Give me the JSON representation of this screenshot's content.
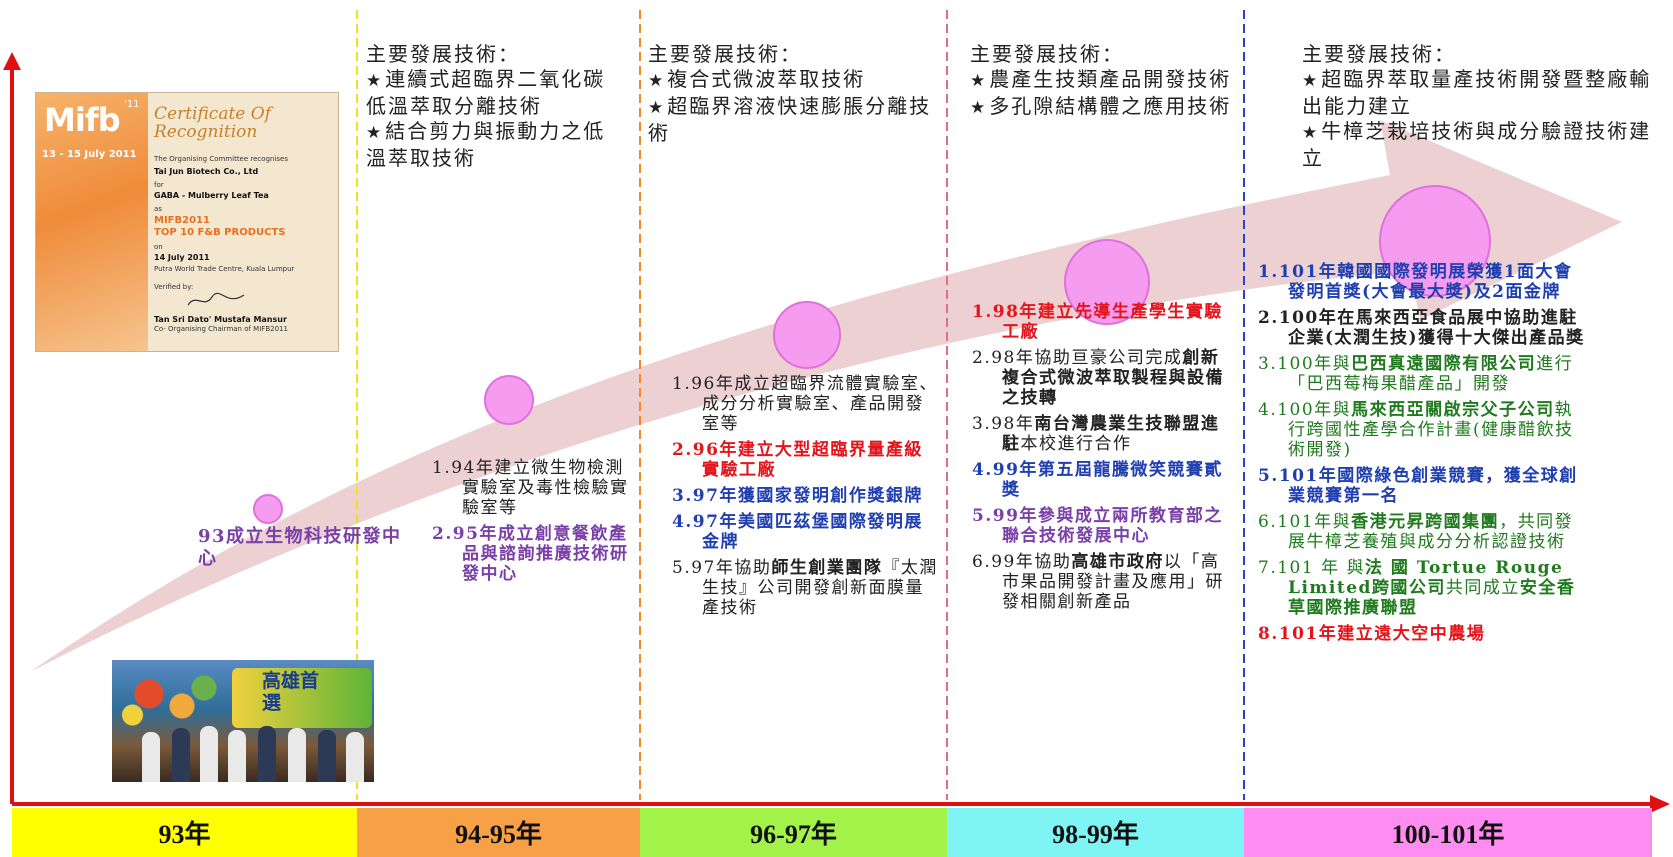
{
  "periods": [
    {
      "label": "93年",
      "color": "#ffff00",
      "divider": "#f5e020"
    },
    {
      "label": "94-95年",
      "color": "#f7a045",
      "divider": "#f08a2a"
    },
    {
      "label": "96-97年",
      "color": "#a3f24a",
      "divider": "#e26c8a"
    },
    {
      "label": "98-99年",
      "color": "#7ef4f4",
      "divider": "#2b3fd1"
    },
    {
      "label": "100-101年",
      "color": "#ff8cf0",
      "divider": null
    }
  ],
  "tech": {
    "p2": {
      "heading": "主要發展技術：",
      "items": [
        "連續式超臨界二氧化碳低溫萃取分離技術",
        "結合剪力與振動力之低溫萃取技術"
      ]
    },
    "p3": {
      "heading": "主要發展技術：",
      "items": [
        "複合式微波萃取技術",
        "超臨界溶液快速膨脹分離技術"
      ]
    },
    "p4": {
      "heading": "主要發展技術：",
      "items": [
        "農產生技類產品開發技術",
        "多孔隙結構體之應用技術"
      ]
    },
    "p5": {
      "heading": "主要發展技術：",
      "items": [
        "超臨界萃取量產技術開發暨整廠輸出能力建立",
        "牛樟芝栽培技術與成分驗證技術建立"
      ]
    }
  },
  "events": {
    "p1": {
      "text": "93成立生物科技研發中心"
    },
    "p2": {
      "e1": "1.94年建立微生物檢測實驗室及毒性檢驗實驗室等",
      "e2": "2.95年成立創意餐飲產品與諮詢推廣技術研發中心"
    },
    "p3": {
      "e1": "1.96年成立超臨界流體實驗室、成分分析實驗室、產品開發室等",
      "e2": "2.96年建立大型超臨界量產級實驗工廠",
      "e3": "3.97年獲國家發明創作獎銀牌",
      "e4": "4.97年美國匹茲堡國際發明展金牌",
      "e5a": "5.97年協助",
      "e5b": "師生創業團隊",
      "e5c": "『太潤生技』公司開發創新面膜量產技術"
    },
    "p4": {
      "e1": "1.98年建立先導生產學生實驗工廠",
      "e2a": "2.98年協助亘豪公司完成",
      "e2b": "創新複合式微波萃取製程與設備之技轉",
      "e3a": "3.98年",
      "e3b": "南台灣農業生技聯盟進駐",
      "e3c": "本校進行合作",
      "e4": "4.99年第五屆龍騰微笑競賽貳獎",
      "e5": "5.99年參與成立兩所教育部之聯合技術發展中心",
      "e6a": "6.99年協助",
      "e6b": "高雄市政府",
      "e6c": "以「高市果品開發計畫及應用」研發相關創新產品"
    },
    "p5": {
      "e1": "1.101年韓國國際發明展榮獲1面大會發明首獎(大會最大獎)及2面金牌",
      "e2": "2.100年在馬來西亞食品展中協助進駐企業(太潤生技)獲得十大傑出產品獎",
      "e3a": "3.100年與",
      "e3b": "巴西真遠國際有限公司",
      "e3c": "進行「巴西莓梅果醋產品」開發",
      "e4a": "4.100年與",
      "e4b": "馬來西亞關啟宗父子公司",
      "e4c": "執行跨國性產學合作計畫(健康醋飲技術開發)",
      "e5": "5.101年國際綠色創業競賽，獲全球創業競賽第一名",
      "e6a": "6.101年與",
      "e6b": "香港元昇跨國集團",
      "e6c": "，共同發展牛樟芝養殖與成分分析認證技術",
      "e7a": "7.101 年 與",
      "e7b": "法 國 Tortue Rouge Limited跨國公司",
      "e7c": "共同成立",
      "e7d": "安全香草國際推廣聯盟",
      "e8": "8.101年建立遠大空中農場"
    }
  },
  "certificate": {
    "logo": "Mifb",
    "logo_year": "'11",
    "dates": "13 - 15 July 2011",
    "title": "Certificate Of Recognition",
    "recognises": "The Organising Committee recognises",
    "company": "Tai Jun Biotech Co., Ltd",
    "for": "for",
    "product": "GABA - Mulberry Leaf Tea",
    "as": "as",
    "award1": "MIFB2011",
    "award2": "TOP 10 F&B PRODUCTS",
    "on": "on",
    "date": "14 July 2011",
    "venue": "Putra World Trade Centre, Kuala Lumpur",
    "verified": "Verified by:",
    "signer": "Tan Sri Dato' Mustafa Mansur",
    "signer_title": "Co- Organising Chairman of MIFB2011"
  },
  "photo": {
    "banner": "高雄首選"
  },
  "colors": {
    "arrow": "#ecd0d2",
    "axis": "#e01010",
    "bubble": "#f59cf0",
    "bubble_stroke": "#e070dc"
  }
}
